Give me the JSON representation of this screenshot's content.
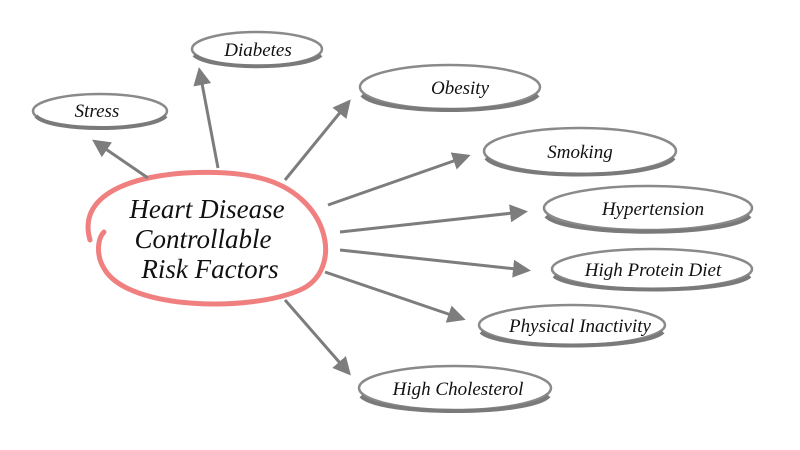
{
  "diagram": {
    "title_lines": [
      "Heart Disease",
      "Controllable",
      "Risk Factors"
    ],
    "factors": [
      "Stress",
      "Diabetes",
      "Obesity",
      "Smoking",
      "Hypertension",
      "High Protein Diet",
      "Physical Inactivity",
      "High Cholesterol"
    ],
    "colors": {
      "center_ring": "#f08080",
      "arrows": "#7d7d7d",
      "ovals": "#8a8a8a"
    }
  }
}
